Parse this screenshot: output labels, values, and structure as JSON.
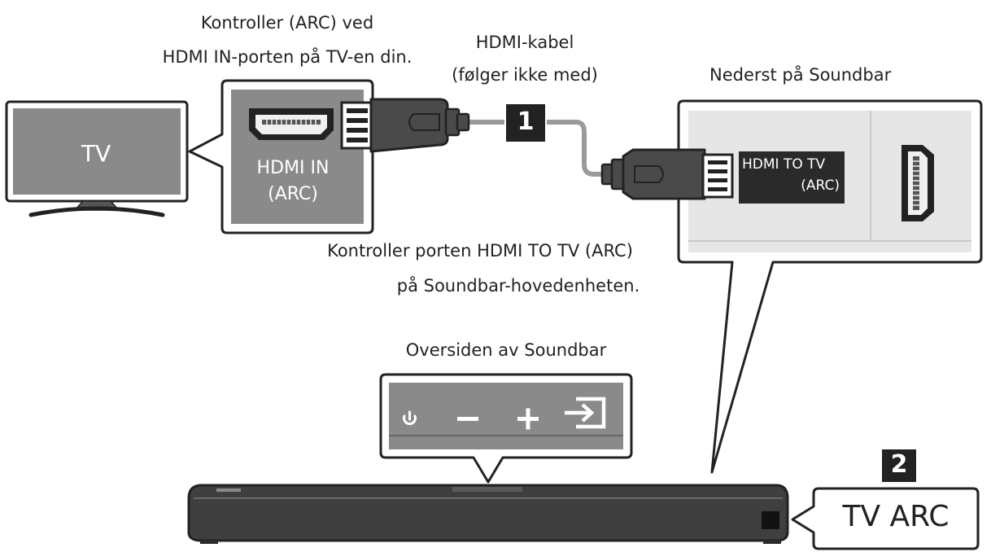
{
  "labels": {
    "tv": "TV",
    "tv_port_caption_line1": "Kontroller (ARC) ved",
    "tv_port_caption_line2": "HDMI IN-porten på TV-en din.",
    "hdmi_in_line1": "HDMI IN",
    "hdmi_in_line2": "(ARC)",
    "cable_line1": "HDMI-kabel",
    "cable_line2": "(følger ikke med)",
    "bottom_caption": "Nederst på Soundbar",
    "hdmi_to_tv_line1": "HDMI TO TV",
    "hdmi_to_tv_line2": "(ARC)",
    "soundbar_port_caption_line1": "Kontroller porten HDMI TO TV (ARC)",
    "soundbar_port_caption_line2": "på Soundbar-hovedenheten.",
    "top_caption": "Oversiden av Soundbar",
    "step1": "1",
    "step2": "2",
    "display": "TV ARC"
  },
  "colors": {
    "outline": "#222222",
    "panel_gray": "#8a8a8a",
    "panel_light": "#e6e6e6",
    "plug_gray": "#4a4a4a",
    "cable_gray": "#9a9a9a",
    "soundbar_dark": "#3f3f3f"
  },
  "icons": {
    "power": "power-icon",
    "minus": "minus-icon",
    "plus": "plus-icon",
    "source": "source-input-icon"
  }
}
